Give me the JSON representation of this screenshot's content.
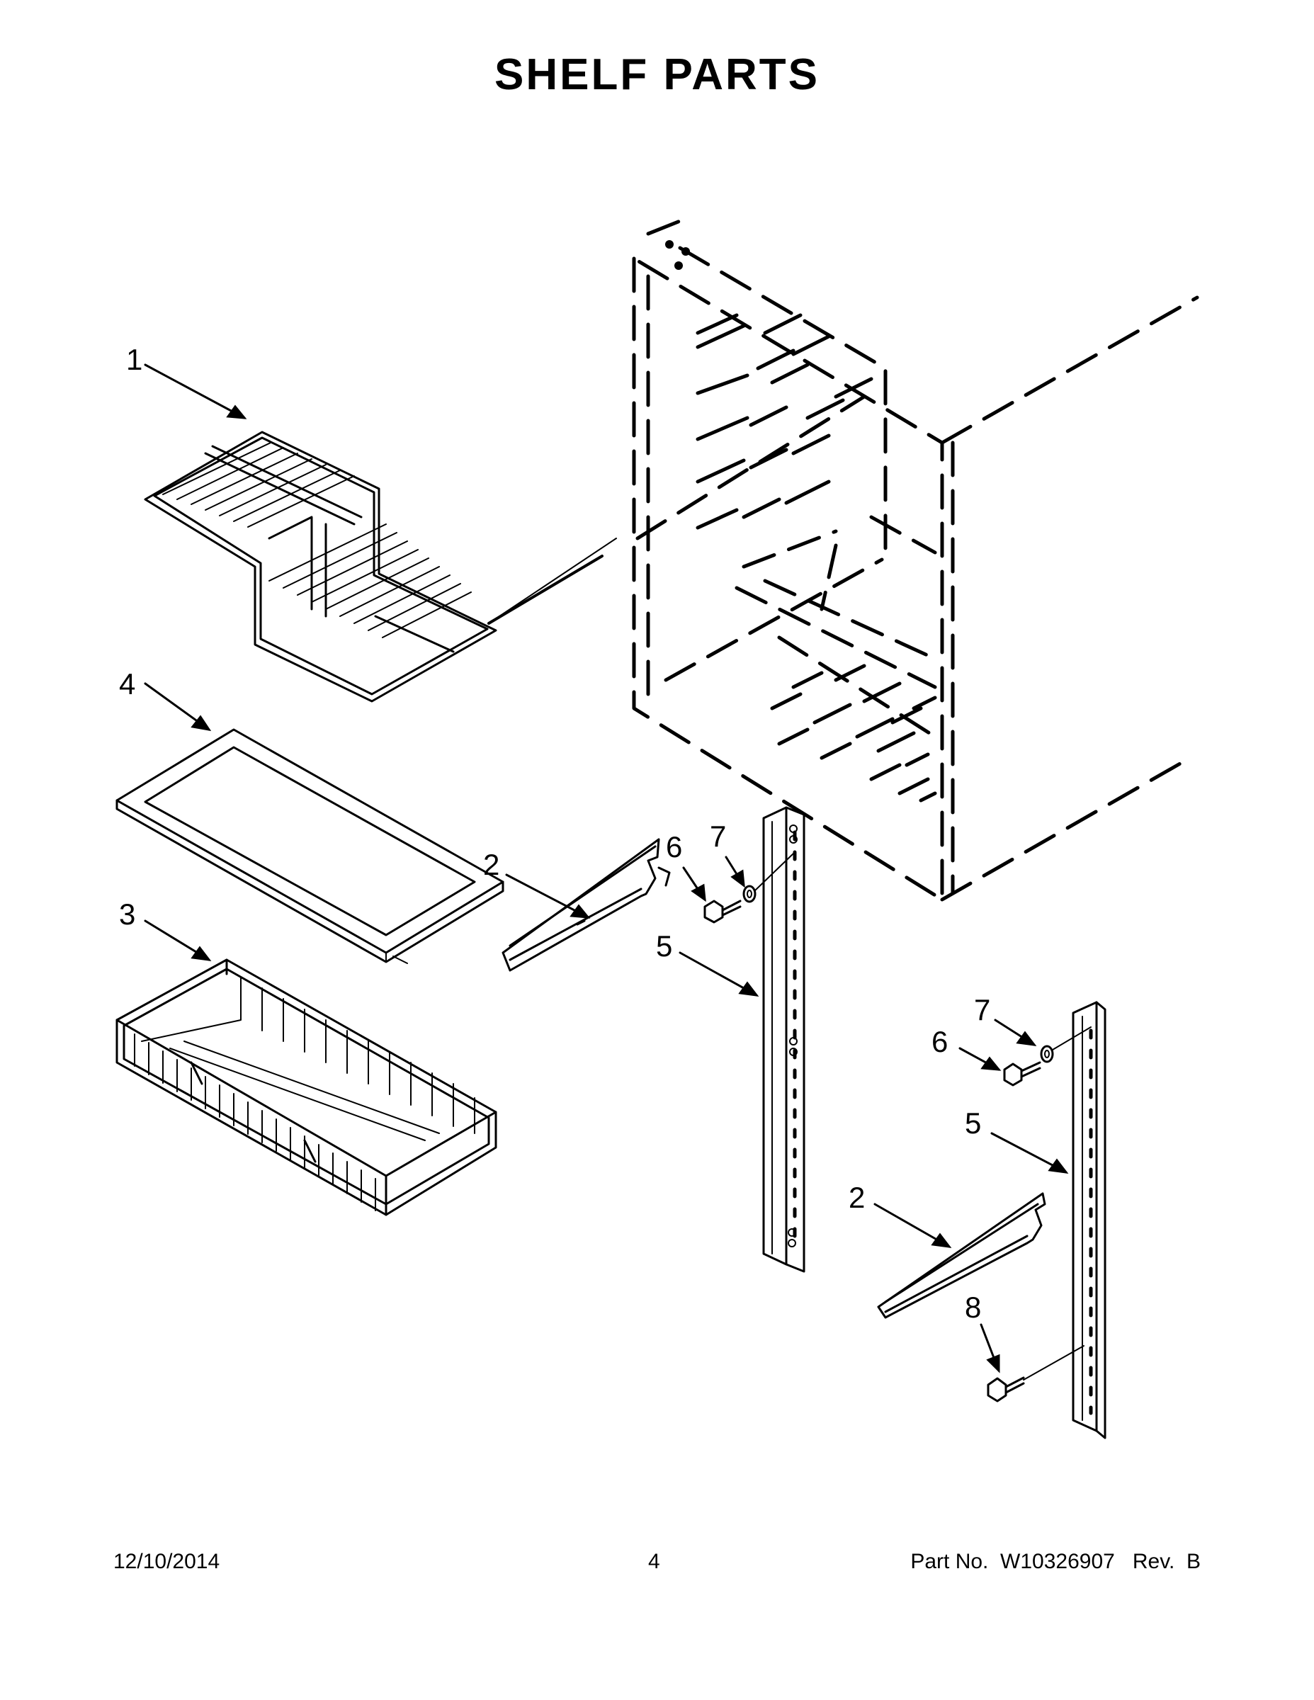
{
  "title": "SHELF PARTS",
  "footer": {
    "date": "12/10/2014",
    "page": "4",
    "part_number": "Part No.  W10326907   Rev.  B"
  },
  "callouts": {
    "c1": "1",
    "c4": "4",
    "c3": "3",
    "c2a": "2",
    "c6a": "6",
    "c7a": "7",
    "c5a": "5",
    "c7b": "7",
    "c6b": "6",
    "c5b": "5",
    "c2b": "2",
    "c8": "8"
  }
}
